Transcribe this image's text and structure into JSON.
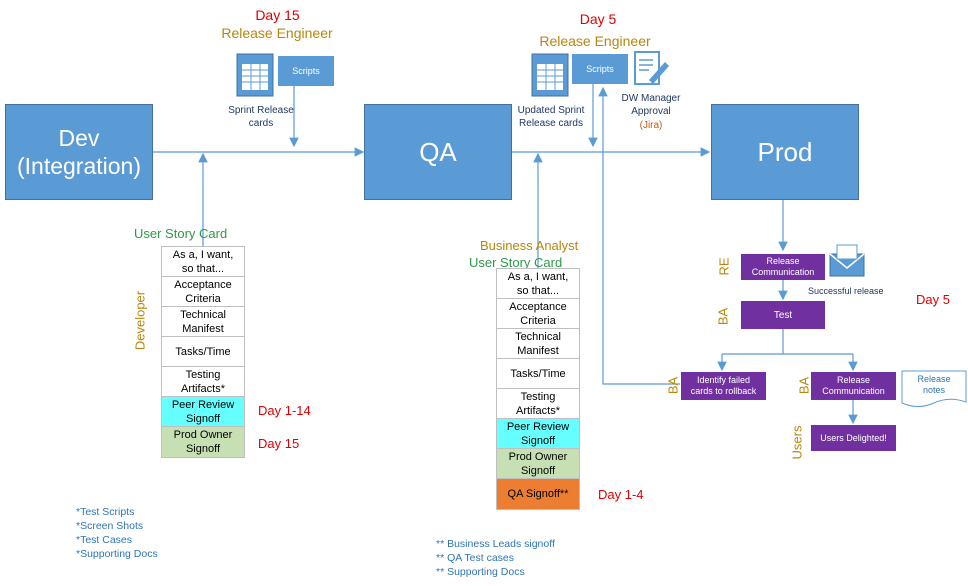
{
  "envs": {
    "dev": "Dev\n(Integration)",
    "qa": "QA",
    "prod": "Prod"
  },
  "top_left": {
    "day": "Day 15",
    "role": "Release Engineer",
    "scripts": "Scripts",
    "cards": "Sprint Release\ncards"
  },
  "top_mid": {
    "day": "Day 5",
    "role": "Release Engineer",
    "scripts": "Scripts",
    "cards": "Updated Sprint\nRelease cards",
    "approval": "DW Manager\nApproval",
    "approval_sub": "(Jira)"
  },
  "dev_card": {
    "title": "User Story Card",
    "role": "Developer",
    "rows": [
      "As a, I want,\nso that...",
      "Acceptance\nCriteria",
      "Technical\nManifest",
      "Tasks/Time",
      "Testing\nArtifacts*",
      "Peer Review\nSignoff",
      "Prod Owner\nSignoff"
    ],
    "day_peer": "Day 1-14",
    "day_owner": "Day 15"
  },
  "qa_card": {
    "title1": "Business Analyst",
    "title2": "User Story Card",
    "rows": [
      "As a, I want,\nso that...",
      "Acceptance\nCriteria",
      "Technical\nManifest",
      "Tasks/Time",
      "Testing\nArtifacts*",
      "Peer Review\nSignoff",
      "Prod Owner\nSignoff",
      "QA Signoff**"
    ],
    "day": "Day 1-4"
  },
  "prod_flow": {
    "re_label": "RE",
    "release_comm": "Release\nCommunication",
    "successful": "Successful release",
    "ba_label": "BA",
    "test": "Test",
    "day": "Day 5",
    "ba_left": "BA",
    "identify": "Identify failed\ncards to rollback",
    "ba_right": "BA",
    "release_comm2": "Release\nCommunication",
    "release_notes": "Release\nnotes",
    "users_label": "Users",
    "delighted": "Users Delighted!"
  },
  "notes_left": "*Test Scripts\n*Screen Shots\n*Test Cases\n*Supporting Docs",
  "notes_mid": "** Business Leads signoff\n** QA Test cases\n** Supporting Docs",
  "colors": {
    "env_blue": "#5b9bd5",
    "purple": "#7030a0",
    "cyan": "#66ffff",
    "lightgreen": "#c6e0b4",
    "orange": "#ed7d31"
  }
}
